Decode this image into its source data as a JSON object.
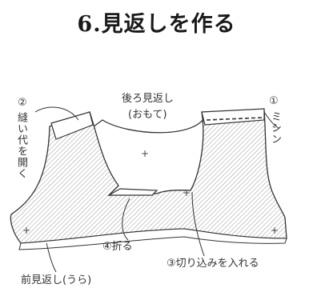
{
  "title": "6.見返しを作る",
  "labels": {
    "back_facing_line1": "後ろ見返し",
    "back_facing_line2": "(おもて)",
    "step1_number": "①",
    "step1_text": "ミシン",
    "step2_number": "②",
    "step2_text": "縫い代を開く",
    "step3": "③切り込みを入れる",
    "step4": "④折る",
    "front_facing": "前見返し(うら)"
  },
  "colors": {
    "outline": "#333333",
    "hatch": "#9a9a9a",
    "background": "#ffffff"
  }
}
